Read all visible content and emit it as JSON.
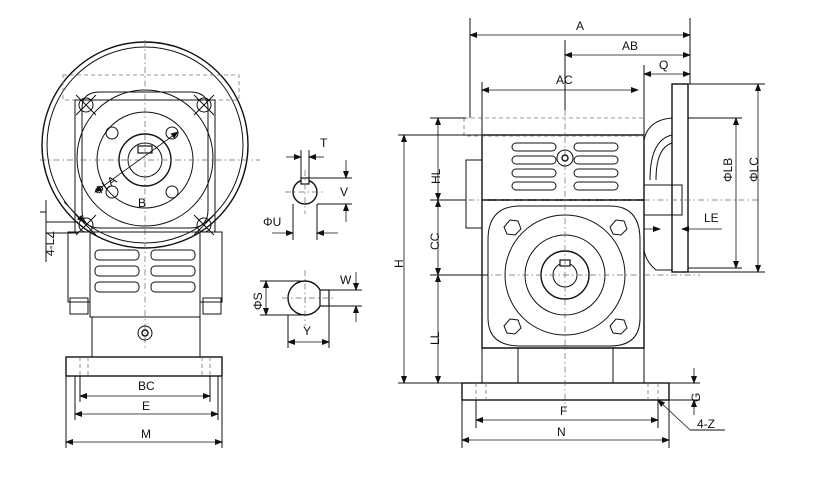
{
  "labels": {
    "A": "A",
    "AB": "AB",
    "AC": "AC",
    "Q": "Q",
    "LA": "ΦLA",
    "B": "B",
    "LZ": "4-LZ",
    "T": "T",
    "V": "V",
    "U": "ΦU",
    "S": "ΦS",
    "W": "W",
    "Y": "Y",
    "BC": "BC",
    "E": "E",
    "M": "M",
    "HL": "HL",
    "H": "H",
    "CC": "CC",
    "LL": "LL",
    "LB": "ΦLB",
    "LC": "ΦLC",
    "LE": "LE",
    "G": "G",
    "F": "F",
    "N": "N",
    "Z": "4-Z"
  }
}
